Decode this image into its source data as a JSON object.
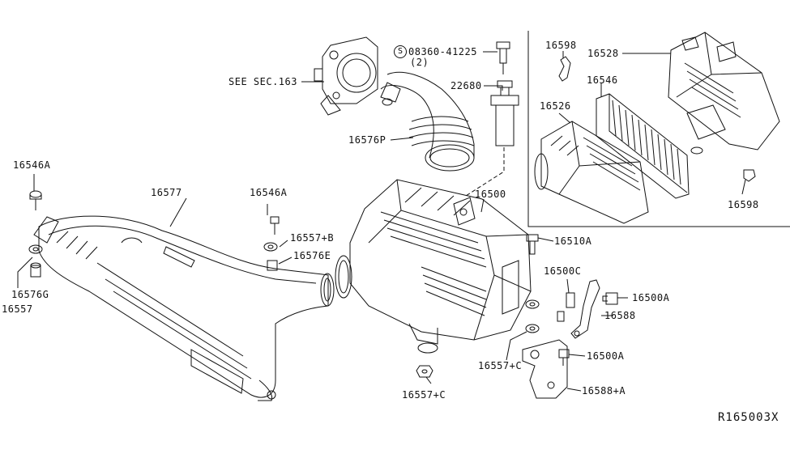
{
  "diagram_code": "R165003X",
  "labels": {
    "l16546A_left": "16546A",
    "l16577": "16577",
    "l16546A_mid": "16546A",
    "l16557B": "16557+B",
    "l16576E": "16576E",
    "l16576G": "16576G",
    "l16557": "16557",
    "see_sec": "SEE SEC.163",
    "bolt_code": "08360-41225",
    "bolt_qty": "(2)",
    "s_marker": "S",
    "l22680": "22680",
    "l16576P": "16576P",
    "l16500": "16500",
    "l16510A": "16510A",
    "l16500C": "16500C",
    "l16500A_top": "16500A",
    "l16588": "16588",
    "l16500A_bot": "16500A",
    "l16557C_right": "16557+C",
    "l16557C_bot": "16557+C",
    "l16588A": "16588+A",
    "l16598_top": "16598",
    "l16528": "16528",
    "l16546": "16546",
    "l16526": "16526",
    "l16598_bot": "16598"
  }
}
